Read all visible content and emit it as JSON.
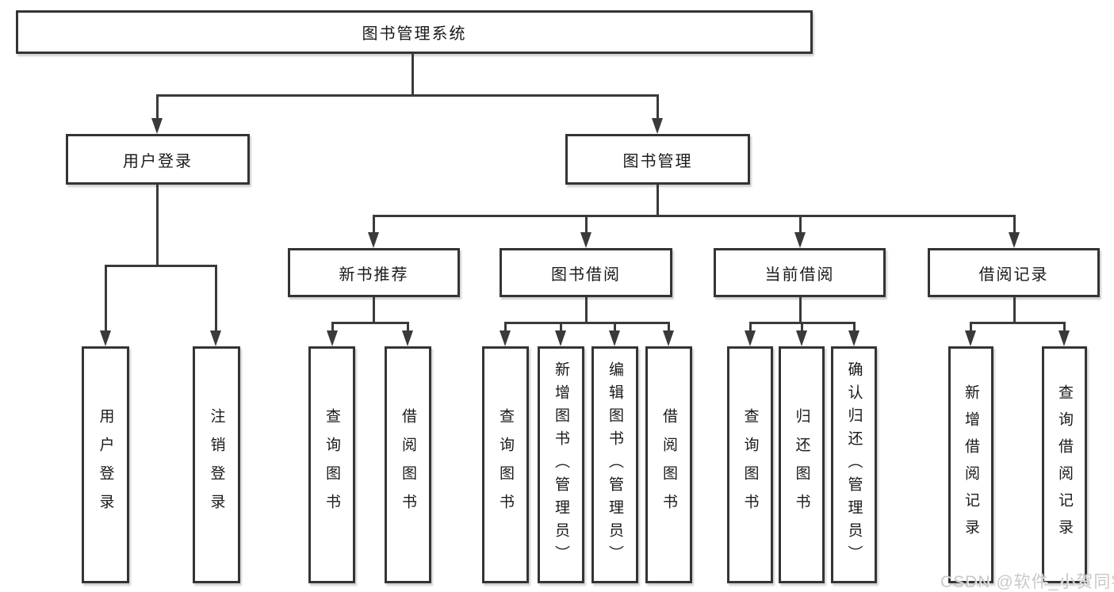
{
  "tree": {
    "label": "图书管理系统",
    "children": [
      {
        "label": "用户登录",
        "children": [
          {
            "label": "用户登录"
          },
          {
            "label": "注销登录"
          }
        ]
      },
      {
        "label": "图书管理",
        "children": [
          {
            "label": "新书推荐",
            "children": [
              {
                "label": "查询图书"
              },
              {
                "label": "借阅图书"
              }
            ]
          },
          {
            "label": "图书借阅",
            "children": [
              {
                "label": "查询图书"
              },
              {
                "label": "新增图书（管理员）"
              },
              {
                "label": "编辑图书（管理员）"
              },
              {
                "label": "借阅图书"
              }
            ]
          },
          {
            "label": "当前借阅",
            "children": [
              {
                "label": "查询图书"
              },
              {
                "label": "归还图书"
              },
              {
                "label": "确认归还（管理员）"
              }
            ]
          },
          {
            "label": "借阅记录",
            "children": [
              {
                "label": "新增借阅记录"
              },
              {
                "label": "查询借阅记录"
              }
            ]
          }
        ]
      }
    ]
  },
  "watermark": "CSDN @软件_小贺同学",
  "colors": {
    "line": "#3a3a3a",
    "box_border": "#343434",
    "text": "#1a1a1a",
    "background": "#ffffff",
    "watermark": "#c9c5c5"
  }
}
